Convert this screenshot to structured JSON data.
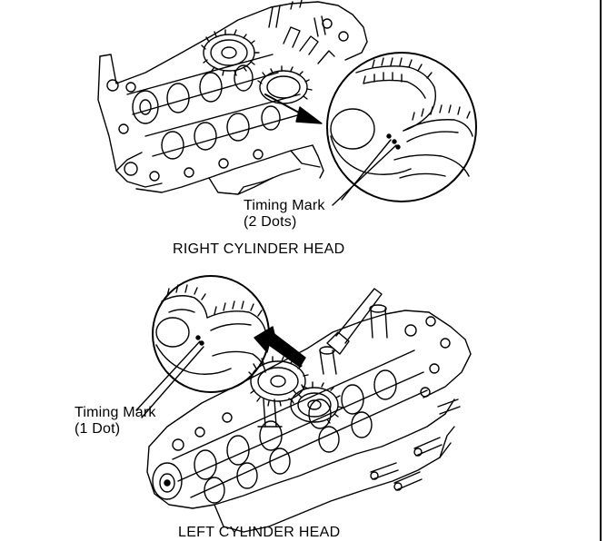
{
  "right_head": {
    "callout_line1": "Timing Mark",
    "callout_line2": "(2 Dots)",
    "title": "RIGHT CYLINDER HEAD"
  },
  "left_head": {
    "callout_line1": "Timing Mark",
    "callout_line2": "(1 Dot)",
    "title": "LEFT CYLINDER HEAD"
  },
  "colors": {
    "ink": "#000000",
    "paper": "#ffffff"
  }
}
